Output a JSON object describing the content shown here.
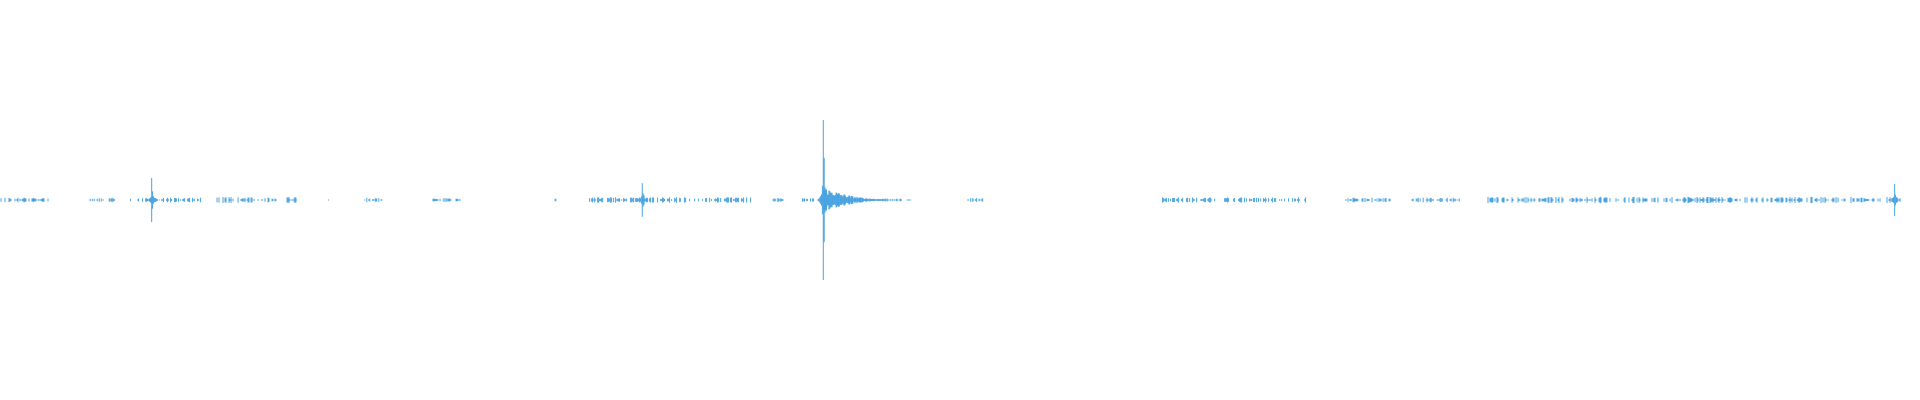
{
  "waveform": {
    "color": "#4aa3df",
    "background": "#ffffff",
    "duration_fraction_marks": [],
    "peaks": [
      {
        "t": 0.079,
        "amp": 0.055
      },
      {
        "t": 0.3345,
        "amp": 0.042
      },
      {
        "t": 0.4288,
        "amp": 0.2
      },
      {
        "t": 0.9868,
        "amp": 0.04
      }
    ],
    "decay_region": {
      "start": 0.4288,
      "end": 0.461,
      "amp": 0.03
    },
    "noise_clusters": [
      {
        "start": 0.0,
        "end": 0.025,
        "amp": 0.006
      },
      {
        "start": 0.047,
        "end": 0.06,
        "amp": 0.005
      },
      {
        "start": 0.068,
        "end": 0.105,
        "amp": 0.006
      },
      {
        "start": 0.112,
        "end": 0.155,
        "amp": 0.008
      },
      {
        "start": 0.17,
        "end": 0.172,
        "amp": 0.004
      },
      {
        "start": 0.19,
        "end": 0.2,
        "amp": 0.006
      },
      {
        "start": 0.225,
        "end": 0.24,
        "amp": 0.005
      },
      {
        "start": 0.288,
        "end": 0.29,
        "amp": 0.004
      },
      {
        "start": 0.305,
        "end": 0.392,
        "amp": 0.007
      },
      {
        "start": 0.402,
        "end": 0.408,
        "amp": 0.006
      },
      {
        "start": 0.418,
        "end": 0.424,
        "amp": 0.006
      },
      {
        "start": 0.461,
        "end": 0.475,
        "amp": 0.004
      },
      {
        "start": 0.504,
        "end": 0.512,
        "amp": 0.006
      },
      {
        "start": 0.605,
        "end": 0.68,
        "amp": 0.007
      },
      {
        "start": 0.7,
        "end": 0.725,
        "amp": 0.006
      },
      {
        "start": 0.735,
        "end": 0.76,
        "amp": 0.006
      },
      {
        "start": 0.775,
        "end": 0.99,
        "amp": 0.008
      }
    ]
  }
}
